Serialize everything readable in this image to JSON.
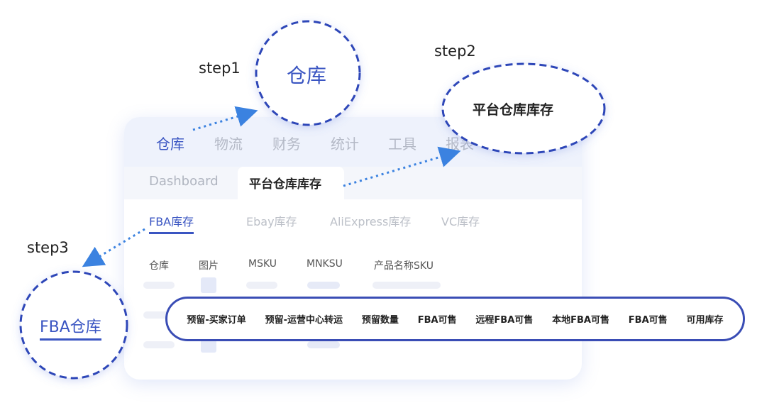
{
  "nav": [
    "仓库",
    "物流",
    "财务",
    "统计",
    "工具",
    "报表"
  ],
  "tabs": {
    "dashboard": "Dashboard",
    "active": "平台仓库库存"
  },
  "subtabs": [
    "FBA库存",
    "Ebay库存",
    "AliExpress库存",
    "VC库存"
  ],
  "columns": [
    "仓库",
    "图片",
    "MSKU",
    "MNKSU",
    "产品名称SKU"
  ],
  "fields": [
    "预留-买家订单",
    "预留-运营中心转运",
    "预留数量",
    "FBA可售",
    "远程FBA可售",
    "本地FBA可售",
    "FBA可售",
    "可用库存"
  ],
  "steps": [
    {
      "label": "step1",
      "bubble": "仓库"
    },
    {
      "label": "step2",
      "bubble": "平台仓库库存"
    },
    {
      "label": "step3",
      "bubble": "FBA仓库"
    }
  ],
  "colors": {
    "accent": "#3a55c2",
    "outline": "#2f47b8",
    "arrow": "#3b82e0"
  }
}
